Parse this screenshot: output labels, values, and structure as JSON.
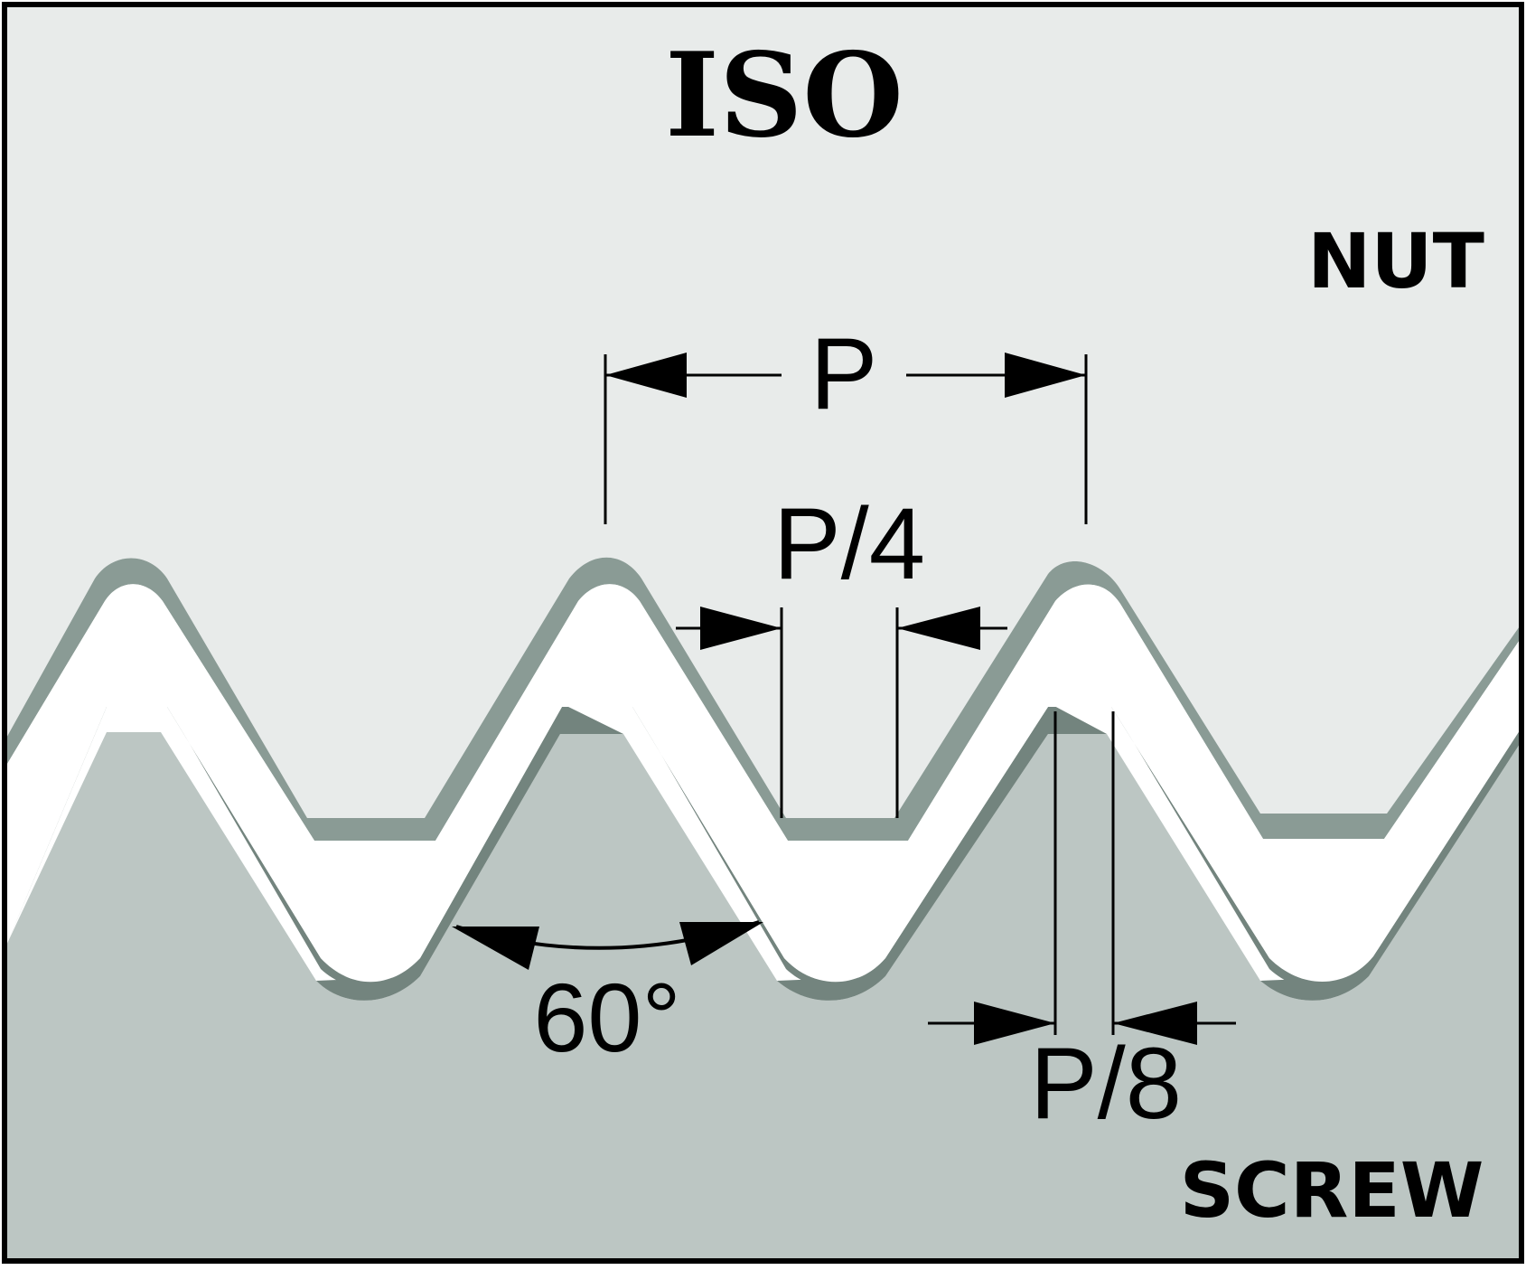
{
  "title": "ISO",
  "labels": {
    "nut": "NUT",
    "screw": "SCREW"
  },
  "dimensions": {
    "pitch": "P",
    "quarter_pitch": "P/4",
    "eighth_pitch": "P/8",
    "flank_angle": "60°"
  },
  "colors": {
    "nut_fill": "#e8ebea",
    "screw_fill": "#bcc6c3",
    "nut_shadow": "#8a9b95",
    "screw_shadow": "#6b7d77",
    "gap": "#ffffff",
    "ink": "#000000"
  }
}
